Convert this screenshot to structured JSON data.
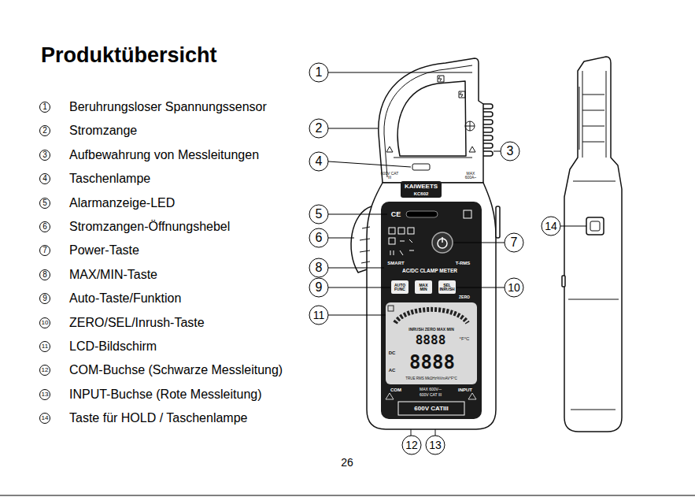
{
  "diagram": {
    "title": "Produktübersicht",
    "labels": [
      "1",
      "Beruhrungsloser Spannungssensor",
      "2",
      "Stromzange",
      "3",
      "Aufbewahrung von Messleitungen",
      "4",
      "Taschenlampe",
      "5",
      "Alarmanzeige-LED",
      "6",
      "Stromzangen-Öffnungshebel",
      "7",
      "Power-Taste",
      "8",
      "MAX/MIN-Taste",
      "9",
      "Auto-Taste/Funktion",
      "10",
      "ZERO/SEL/Inrush-Taste",
      "11",
      "LCD-Bildschirm",
      "12",
      "COM-Buchse (Schwarze Messleitung)",
      "13",
      "INPUT-Buchse (Rote Messleitung)",
      "14",
      "Taste für HOLD / Taschenlampe",
      "1",
      "2",
      "3",
      "4",
      "5",
      "6",
      "7",
      "8",
      "9",
      "10",
      "11",
      "12",
      "13",
      "14",
      "600V CAT III",
      "MAX 600A~",
      "KAIWEETS",
      "KC602",
      "CE",
      "SMART",
      "T-RMS",
      "AC/DC CLAMP METER",
      "AUTO FUNC",
      "MAX MIN",
      "SEL INRUSH",
      "ZERO",
      "INRUSH ZERO MAX MIN",
      "8888",
      "°F°C",
      "DC",
      "8888",
      "AC",
      "TRUE RMS MkΩHz%VmAV°F°C",
      "COM",
      "MAX 600V⎓",
      "INPUT",
      "600V CAT III",
      "600V CATIII",
      "26"
    ]
  }
}
